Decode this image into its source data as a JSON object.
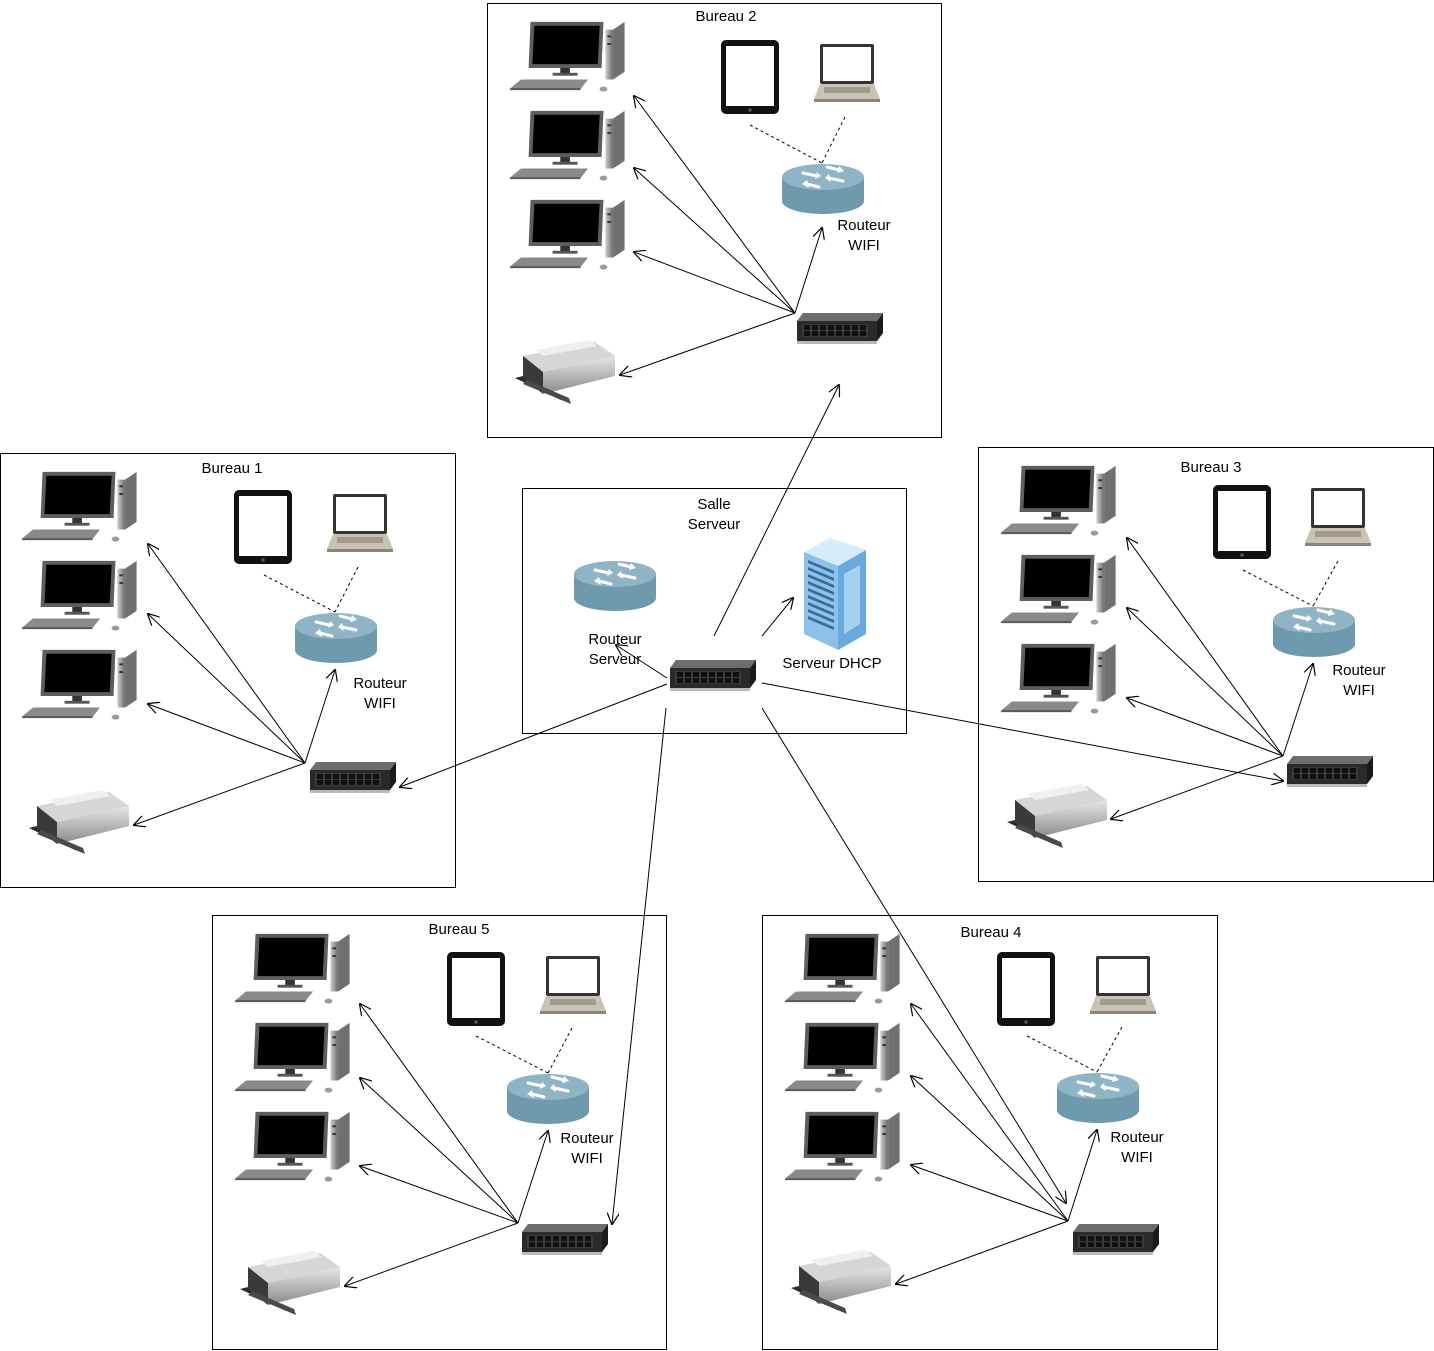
{
  "rooms": {
    "bureau1": {
      "title": "Bureau 1",
      "router_line1": "Routeur",
      "router_line2": "WIFI"
    },
    "bureau2": {
      "title": "Bureau 2",
      "router_line1": "Routeur",
      "router_line2": "WIFI"
    },
    "bureau3": {
      "title": "Bureau 3",
      "router_line1": "Routeur",
      "router_line2": "WIFI"
    },
    "bureau4": {
      "title": "Bureau 4",
      "router_line1": "Routeur",
      "router_line2": "WIFI"
    },
    "bureau5": {
      "title": "Bureau 5",
      "router_line1": "Routeur",
      "router_line2": "WIFI"
    }
  },
  "server_room": {
    "title_line1": "Salle",
    "title_line2": "Serveur",
    "router_line1": "Routeur",
    "router_line2": "Serveur",
    "dhcp_label": "Serveur DHCP"
  },
  "icons": [
    "desktop-computer-icon",
    "tablet-icon",
    "laptop-icon",
    "wifi-router-icon",
    "network-switch-icon",
    "printer-icon",
    "server-rack-icon"
  ],
  "colors": {
    "router": "#6f99ad",
    "router_top": "#8fb4c6",
    "server": "#8ec1ea",
    "switch": "#2b2b2b",
    "screen": "#000000"
  }
}
